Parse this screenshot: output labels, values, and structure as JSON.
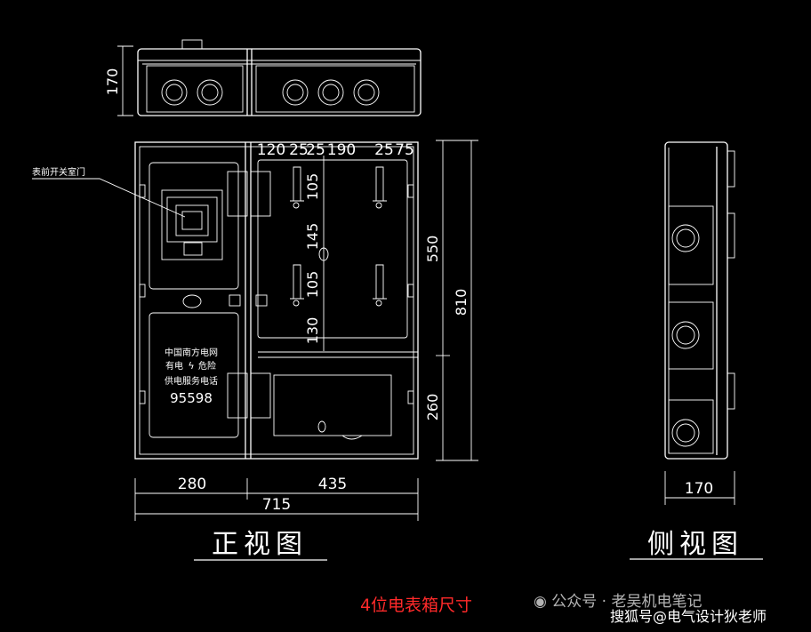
{
  "dims": {
    "top_height": "170",
    "widths_top": [
      "120",
      "25",
      "25",
      "190",
      "25",
      "75"
    ],
    "col_left": "280",
    "col_right": "435",
    "total_width": "715",
    "vertical_right_upper": "550",
    "vertical_right_lower": "260",
    "vertical_total": "810",
    "inner_105_a": "105",
    "inner_145": "145",
    "inner_105_b": "105",
    "inner_130": "130",
    "side_width": "170"
  },
  "labels": {
    "switch_door_note": "表前开关室门",
    "front_view": "正视图",
    "side_view": "侧视图",
    "caption": "4位电表箱尺寸"
  },
  "panel_text": {
    "line1": "中国南方电网",
    "line2_a": "有电",
    "line2_b": "危险",
    "line3": "供电服务电话",
    "phone": "95598"
  },
  "watermarks": {
    "wechat": "公众号 · 老吴机电笔记",
    "sohu": "搜狐号@电气设计狄老师"
  },
  "colors": {
    "background": "#000000",
    "drawing": "#ffffff",
    "caption": "#ff2a2a"
  }
}
